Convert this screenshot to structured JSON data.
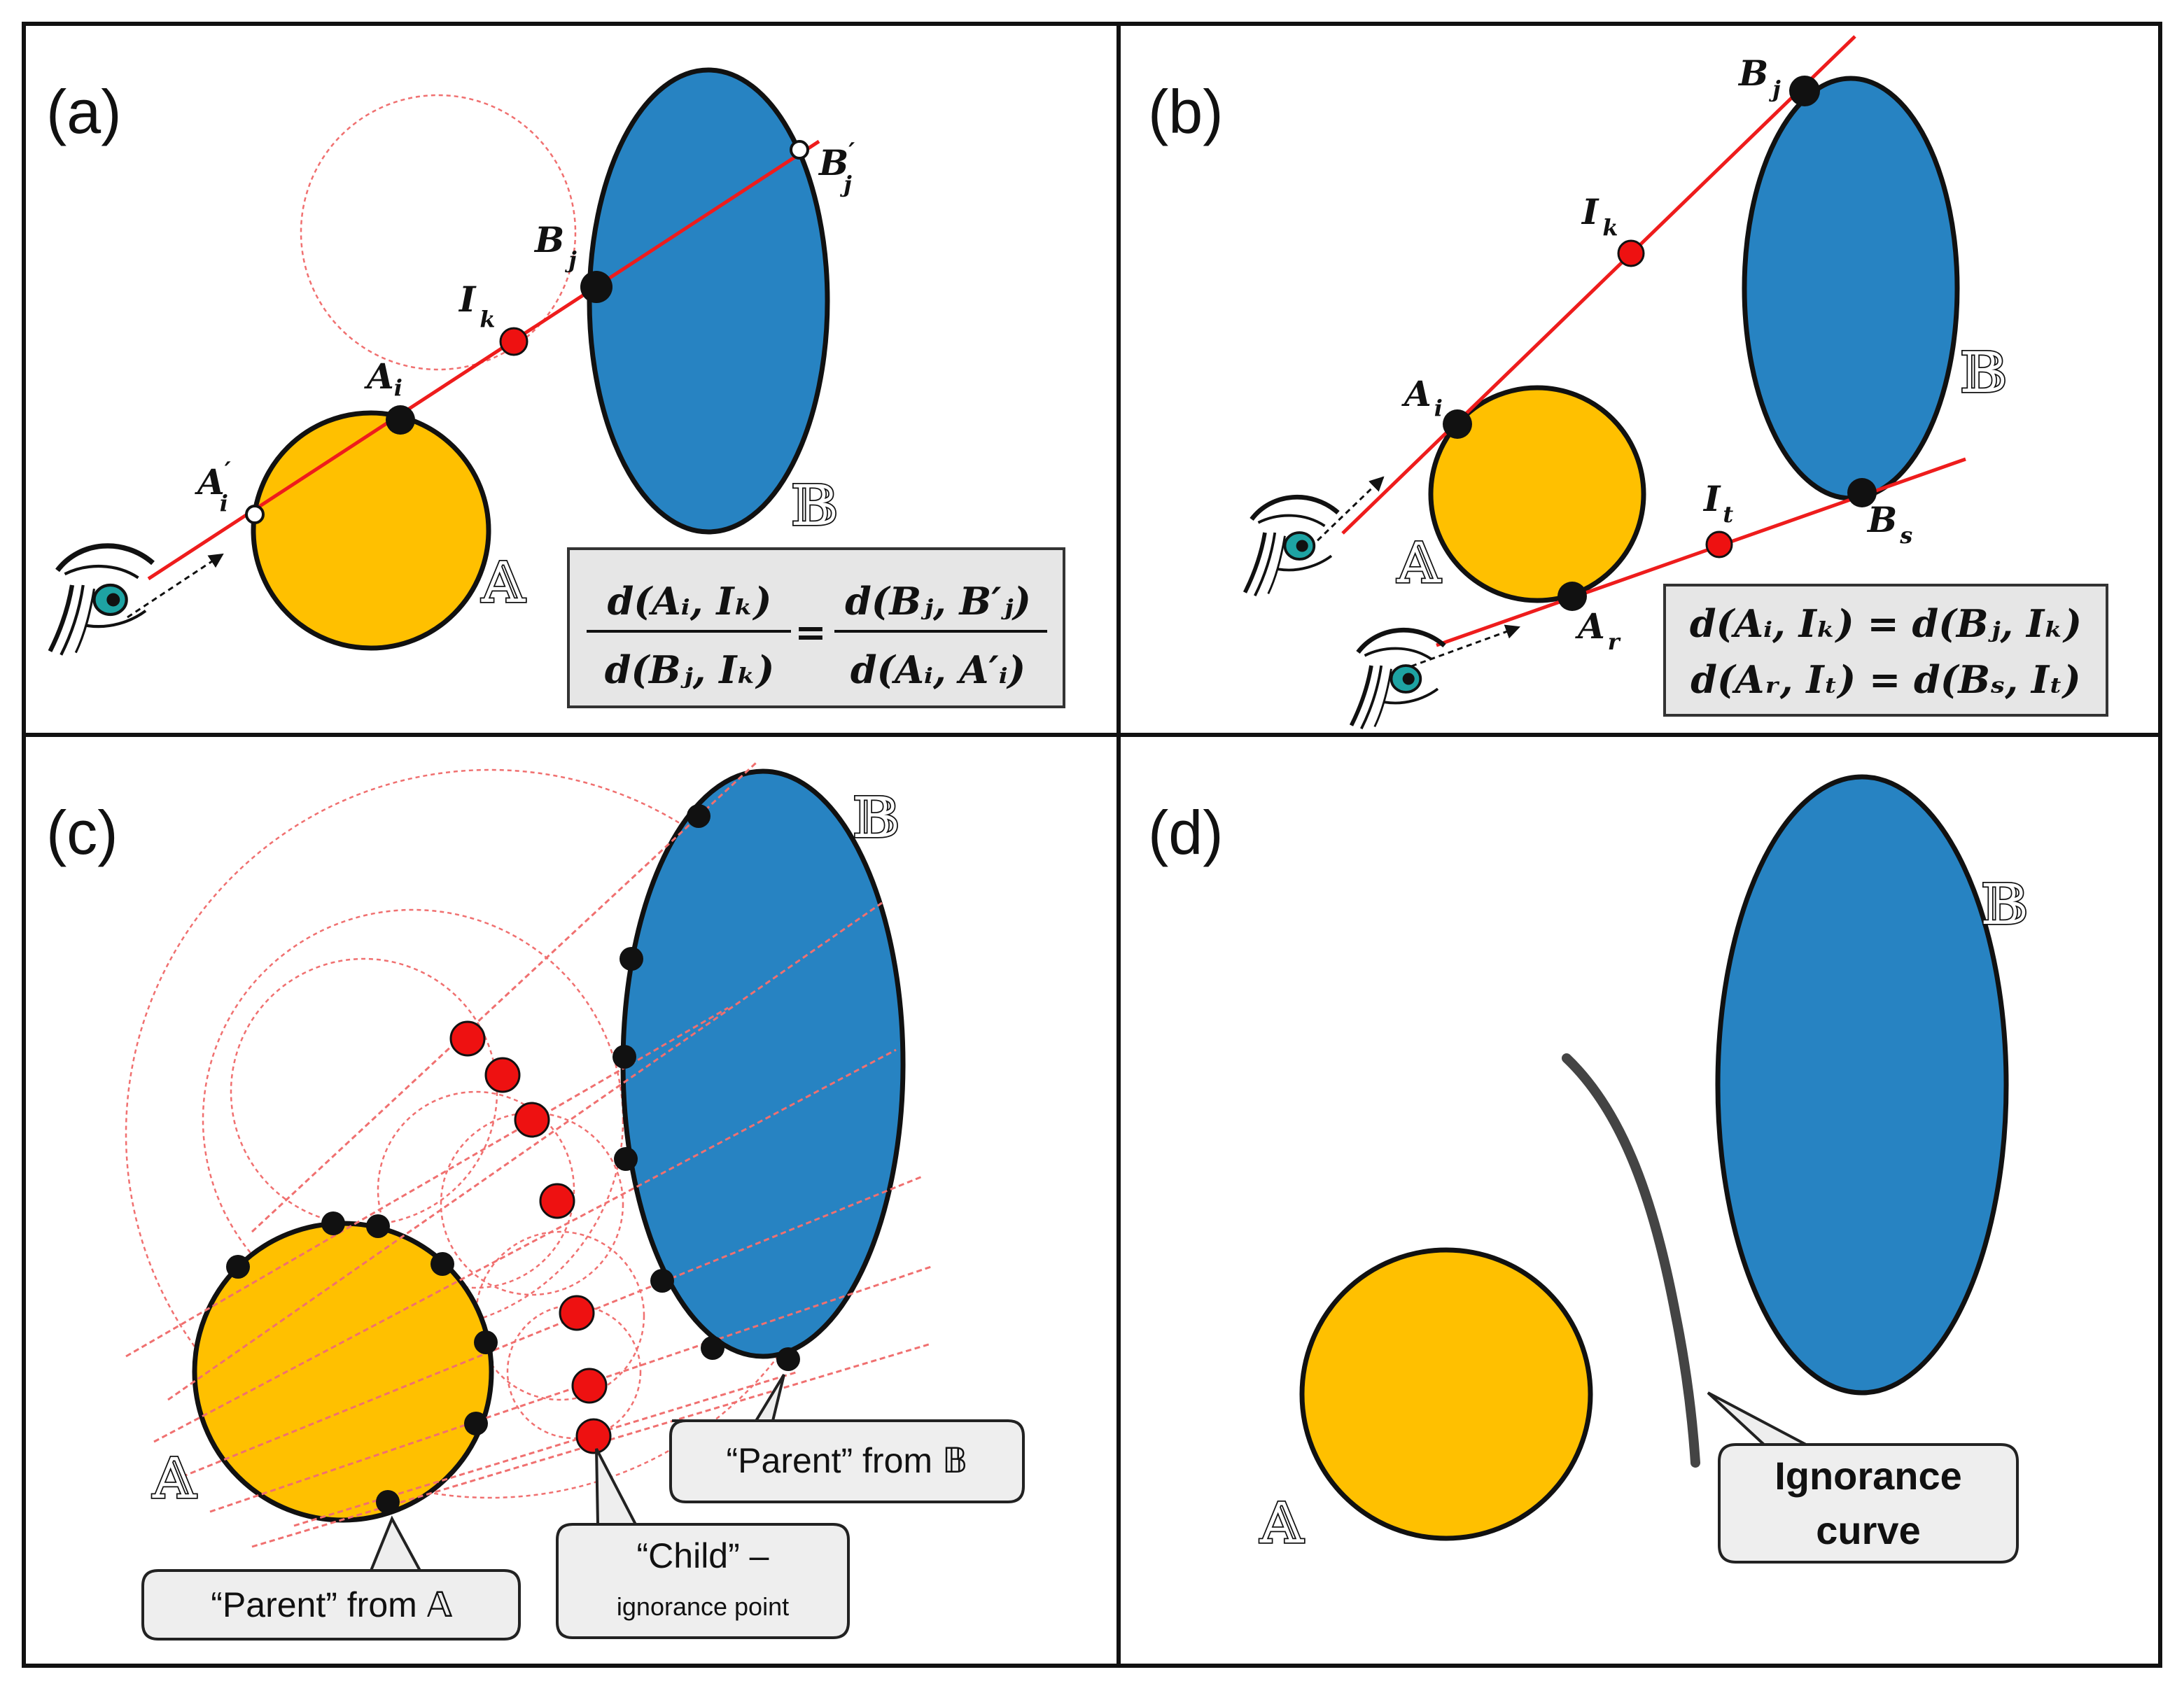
{
  "panels": {
    "a": {
      "label": "(a)",
      "points": {
        "A_i": {
          "main": "A",
          "sub": "i"
        },
        "A_i_prime": {
          "main": "A",
          "sub": "i",
          "prime": "′"
        },
        "B_j": {
          "main": "B",
          "sub": "j"
        },
        "B_j_prime": {
          "main": "B",
          "sub": "j",
          "prime": "′"
        },
        "I_k": {
          "main": "I",
          "sub": "k"
        }
      },
      "set_A": "𝔸",
      "set_B": "𝔹",
      "equation": {
        "num_left": "d(Aᵢ, Iₖ)",
        "den_left": "d(Bⱼ, Iₖ)",
        "equals": "=",
        "num_right": "d(Bⱼ, B′ⱼ)",
        "den_right": "d(Aᵢ, A′ᵢ)"
      }
    },
    "b": {
      "label": "(b)",
      "points": {
        "A_i": {
          "main": "A",
          "sub": "i"
        },
        "A_r": {
          "main": "A",
          "sub": "r"
        },
        "B_j": {
          "main": "B",
          "sub": "j"
        },
        "B_s": {
          "main": "B",
          "sub": "s"
        },
        "I_k": {
          "main": "I",
          "sub": "k"
        },
        "I_t": {
          "main": "I",
          "sub": "t"
        }
      },
      "set_A": "𝔸",
      "set_B": "𝔹",
      "equation_line1": "d(Aᵢ, Iₖ) = d(Bⱼ, Iₖ)",
      "equation_line2": "d(Aᵣ, Iₜ) = d(Bₛ, Iₜ)"
    },
    "c": {
      "label": "(c)",
      "set_A": "𝔸",
      "set_B": "𝔹",
      "callout_parent_B": "“Parent” from 𝔹",
      "callout_child_line1": "“Child” –",
      "callout_child_line2": "ignorance point",
      "callout_parent_A": "“Parent” from 𝔸"
    },
    "d": {
      "label": "(d)",
      "set_A": "𝔸",
      "set_B": "𝔹",
      "callout_line1": "Ignorance",
      "callout_line2": "curve"
    }
  },
  "colors": {
    "set_A_fill": "#FFC000",
    "set_B_fill": "#2783C2",
    "ray": "#EE1C1C",
    "ignorance_point": "#EE1111",
    "curve": "#444444",
    "equation_box": "#E6E6E6"
  },
  "icons": [
    "eye-icon"
  ]
}
